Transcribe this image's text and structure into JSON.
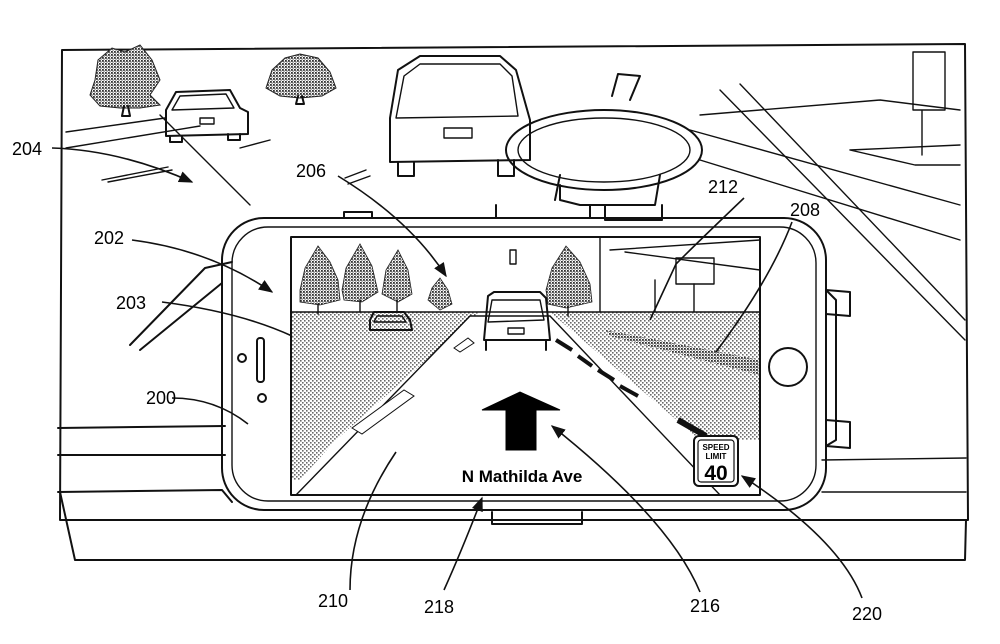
{
  "navigation_overlay": {
    "street_name": "N Mathilda Ave",
    "speed_sign": {
      "line1": "SPEED",
      "line2": "LIMIT",
      "value": "40"
    }
  },
  "reference_numerals": {
    "n200": "200",
    "n202": "202",
    "n203": "203",
    "n204": "204",
    "n206": "206",
    "n208": "208",
    "n210": "210",
    "n212": "212",
    "n216": "216",
    "n218": "218",
    "n220": "220"
  }
}
